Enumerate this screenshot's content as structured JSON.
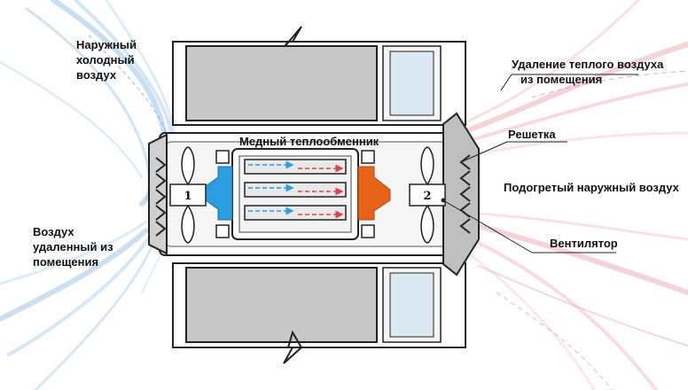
{
  "labels": {
    "outside_cold_air": [
      "Наружный",
      "холодный",
      "воздух"
    ],
    "exhaust_air": [
      "Воздух",
      "удаленный из",
      "помещения"
    ],
    "warm_air_removal": [
      "Удаление теплого воздуха",
      "из помещения"
    ],
    "copper_exchanger": "Медный теплообменник",
    "grille": "Решетка",
    "heated_outside_air": "Подогретый наружный воздух",
    "fan": "Вентилятор"
  },
  "fan_numbers": {
    "fan_1": "1",
    "fan_2": "2"
  },
  "colors": {
    "cold_flow": "#2c9de0",
    "warm_flow": "#e8631a",
    "wall_fill": "#c8c8c8",
    "window_fill": "#dce9f2",
    "cold_air_streams": "#8fb8e0",
    "warm_air_streams": "#eaa8b4"
  }
}
